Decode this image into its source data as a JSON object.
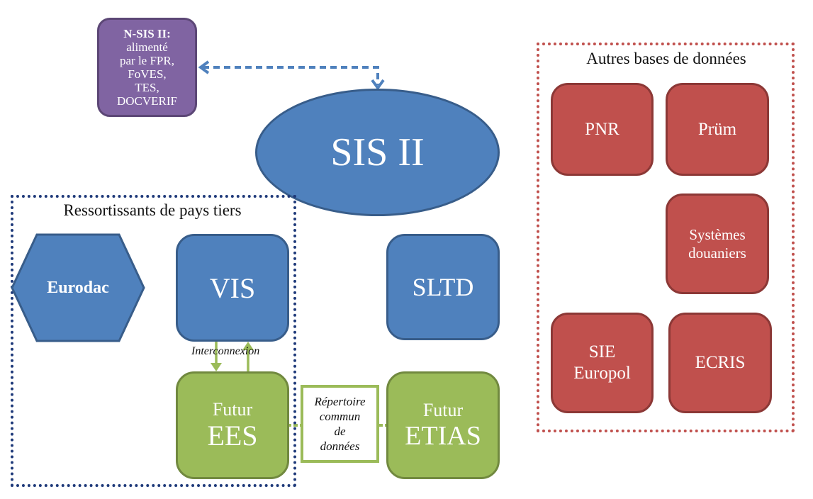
{
  "nsis": {
    "title": "N-SIS II:",
    "lines": [
      "alimenté",
      "par le FPR,",
      "FoVES,",
      "TES,",
      "DOCVERIF"
    ]
  },
  "sis": {
    "label": "SIS II"
  },
  "groups": {
    "tcn": {
      "title": "Ressortissants de pays tiers"
    },
    "other": {
      "title": "Autres bases de données"
    }
  },
  "nodes": {
    "eurodac": "Eurodac",
    "vis": "VIS",
    "sltd": "SLTD",
    "ees": {
      "line1": "Futur",
      "line2": "EES"
    },
    "etias": {
      "line1": "Futur",
      "line2": "ETIAS"
    },
    "pnr": "PNR",
    "prum": "Prüm",
    "douane": {
      "line1": "Systèmes",
      "line2": "douaniers"
    },
    "sie": {
      "line1": "SIE",
      "line2": "Europol"
    },
    "ecris": "ECRIS"
  },
  "connectors": {
    "interconnexion": "Interconnexion",
    "repertoire": {
      "lines": [
        "Répertoire",
        "commun",
        "de",
        "données"
      ]
    }
  },
  "colors": {
    "blue": "#4f81bd",
    "green": "#9bbb59",
    "red": "#c0504d",
    "purple": "#8064a2",
    "navy": "#1f3a7a"
  }
}
